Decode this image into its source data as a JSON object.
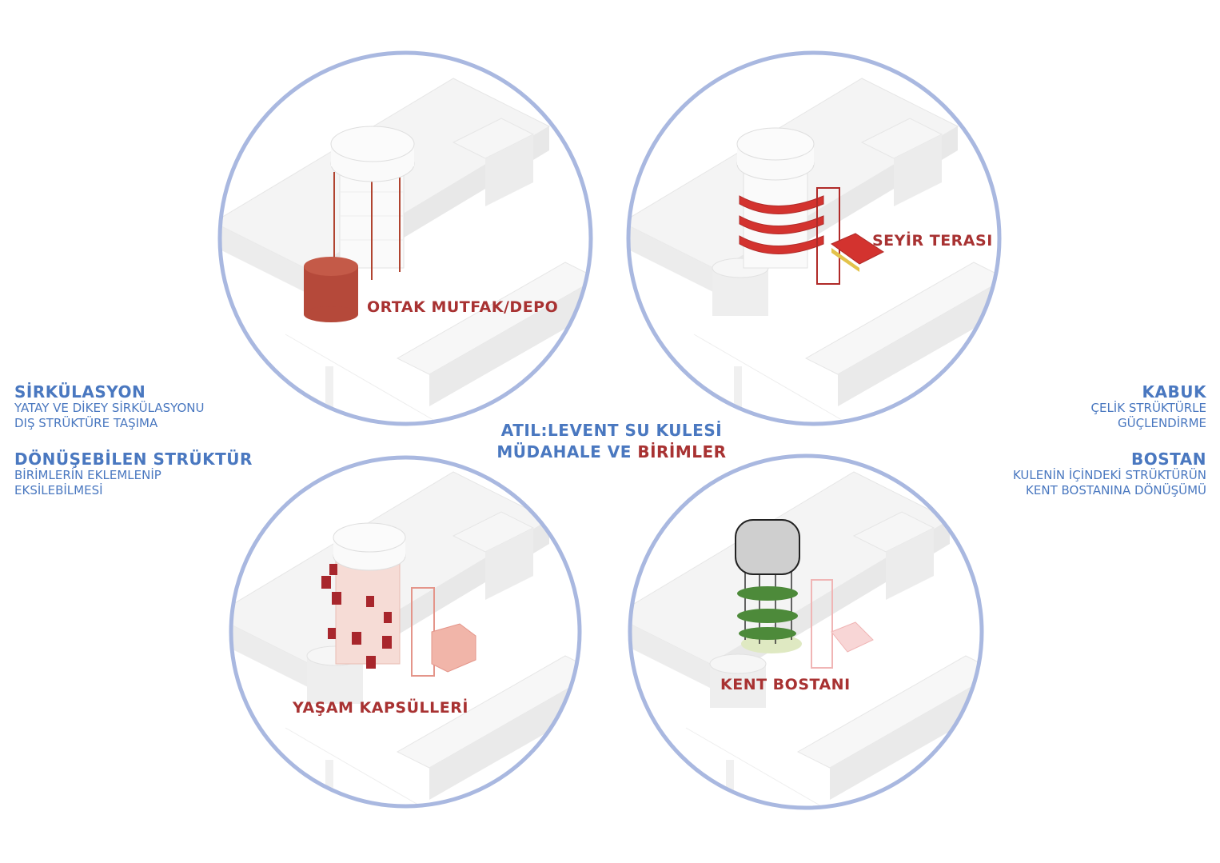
{
  "title": {
    "line1": "ATIL:LEVENT SU KULESİ",
    "line2_a": "MÜDAHALE VE ",
    "line2_b": "BİRİMLER"
  },
  "left": [
    {
      "heading": "SİRKÜLASYON",
      "lines": [
        "YATAY VE DİKEY SİRKÜLASYONU",
        "DIŞ STRÜKTÜRE TAŞIMA"
      ]
    },
    {
      "heading": "DÖNÜŞEBİLEN STRÜKTÜR",
      "lines": [
        "BİRİMLERİN EKLEMLENİP",
        "EKSİLEBİLMESİ"
      ]
    }
  ],
  "right": [
    {
      "heading": "KABUK",
      "lines": [
        "ÇELİK STRÜKTÜRLE",
        "GÜÇLENDİRME"
      ]
    },
    {
      "heading": "BOSTAN",
      "lines": [
        "KULENİN İÇİNDEKİ STRÜKTÜRÜN",
        "KENT BOSTANINA DÖNÜŞÜMÜ"
      ]
    }
  ],
  "panels": [
    {
      "label": "ORTAK MUTFAK/DEPO"
    },
    {
      "label": "SEYİR TERASI"
    },
    {
      "label": "YAŞAM KAPSÜLLERİ"
    },
    {
      "label": "KENT BOSTANI"
    }
  ],
  "colors": {
    "blue": "#4a78c0",
    "red": "#a83232",
    "circle": "#a9b8e0"
  }
}
